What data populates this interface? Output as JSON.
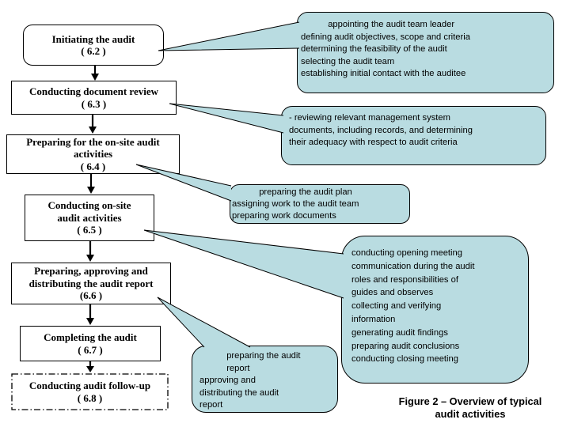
{
  "colors": {
    "callout_fill": "#b9dce1",
    "box_fill": "#ffffff",
    "line": "#000000"
  },
  "flow_boxes": [
    {
      "name": "initiating-the-audit",
      "lines": [
        "Initiating the audit",
        "( 6.2 )"
      ]
    },
    {
      "name": "conducting-document-review",
      "lines": [
        "Conducting document review",
        "( 6.3 )"
      ]
    },
    {
      "name": "preparing-on-site-audit",
      "lines": [
        "Preparing for the on-site audit",
        "activities",
        "( 6.4 )"
      ]
    },
    {
      "name": "conducting-on-site-audit",
      "lines": [
        "Conducting on-site",
        "audit activities",
        "( 6.5 )"
      ]
    },
    {
      "name": "preparing-distributing-report",
      "lines": [
        "Preparing, approving and",
        "distributing the audit report",
        "(6.6 )"
      ]
    },
    {
      "name": "completing-the-audit",
      "lines": [
        "Completing the audit",
        "( 6.7 )"
      ]
    },
    {
      "name": "conducting-audit-follow-up",
      "lines": [
        "Conducting audit follow-up",
        "( 6.8 )"
      ]
    }
  ],
  "callouts": [
    {
      "name": "initiating-details",
      "lines": [
        "           appointing the audit team leader",
        "defining audit objectives, scope and criteria",
        "determining the feasibility of the audit",
        "selecting the audit team",
        "establishing initial contact with the auditee"
      ]
    },
    {
      "name": "document-review-details",
      "lines": [
        "- reviewing relevant management system",
        "documents, including records, and determining",
        "their adequacy with respect to audit criteria"
      ]
    },
    {
      "name": "audit-plan-details",
      "lines": [
        "           preparing the audit plan",
        "assigning work to the audit team",
        "preparing work documents"
      ]
    },
    {
      "name": "on-site-activities-details",
      "lines": [
        "conducting opening meeting",
        "communication during the audit",
        "roles and responsibilities of",
        "guides and observes",
        "collecting and verifying",
        "information",
        "generating audit findings",
        "preparing audit conclusions",
        "conducting closing meeting"
      ]
    },
    {
      "name": "audit-report-details",
      "lines": [
        "           preparing the audit",
        "           report",
        "approving and",
        "distributing the audit",
        "report"
      ]
    }
  ],
  "caption": {
    "lines": [
      "Figure 2 – Overview of typical",
      "audit activities"
    ]
  }
}
